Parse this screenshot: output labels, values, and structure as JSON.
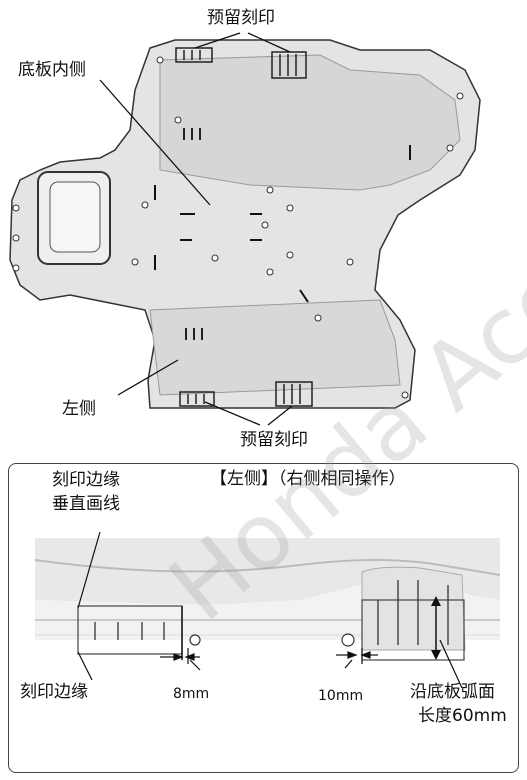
{
  "top_diagram": {
    "label_reserved_top": "预留刻印",
    "label_floor_inner": "底板内侧",
    "label_left": "左侧",
    "label_reserved_bottom": "预留刻印"
  },
  "detail_panel": {
    "title": "【左侧】（右侧相同操作）",
    "label_edge_vertical_line1": "刻印边缘",
    "label_edge_vertical_line2": "垂直画线",
    "label_edge": "刻印边缘",
    "dim_8": "8mm",
    "dim_10": "10mm",
    "label_arc_line1": "沿底板弧面",
    "label_arc_line2": "长度60mm"
  },
  "watermark": "Honda Access"
}
